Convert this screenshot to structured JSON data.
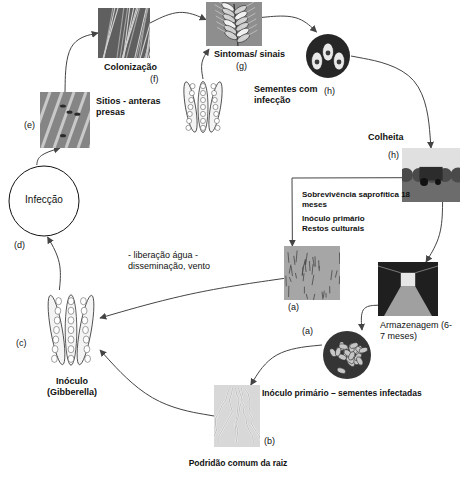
{
  "diagram": {
    "nodes": [
      {
        "text": [
          "Sintomas/ sinais",
          "(g)"
        ]
      },
      {
        "text": [
          "Sementes com infecção",
          "(h)"
        ]
      },
      {
        "text": [
          "Colheita",
          "(h)"
        ]
      },
      {
        "text": [
          "Sobrevivência saprofítica 18 meses",
          "Inóculo primário Restos culturais",
          "(a)"
        ]
      },
      {
        "text": [
          "Armazenagem (6-7 meses)"
        ]
      },
      {
        "text": [
          "(a)",
          "Inóculo primário – sementes infectadas"
        ]
      },
      {
        "text": [
          "Podridão comum da raiz",
          "(b)"
        ]
      },
      {
        "text": [
          "(c)",
          "Inóculo (Gibberella)"
        ]
      },
      {
        "text": [
          "Infecção",
          "(d)"
        ]
      },
      {
        "text": [
          "Sitios - anteras presas",
          "(e)"
        ]
      },
      {
        "text": [
          "Colonização",
          "(f)"
        ]
      }
    ],
    "edges": [
      {
        "from": 10,
        "to": 0,
        "arrow": "to"
      },
      {
        "from": 0,
        "to": 1,
        "arrow": "to"
      },
      {
        "from": 1,
        "to": 2,
        "arrow": "to"
      },
      {
        "from": 2,
        "to": 3,
        "arrow": "to"
      },
      {
        "from": 2,
        "to": 4,
        "arrow": "to"
      },
      {
        "from": 4,
        "to": 5,
        "arrow": "to"
      },
      {
        "from": 5,
        "to": 6,
        "arrow": "to"
      },
      {
        "from": 6,
        "to": 7,
        "arrow": "to"
      },
      {
        "from": 3,
        "to": 7,
        "label": "- liberação água - disseminação, vento",
        "arrow": "to"
      },
      {
        "from": 7,
        "to": 8,
        "arrow": "to"
      },
      {
        "from": 8,
        "to": 9,
        "arrow": "to"
      },
      {
        "from": 9,
        "to": 10,
        "arrow": "to"
      }
    ]
  }
}
